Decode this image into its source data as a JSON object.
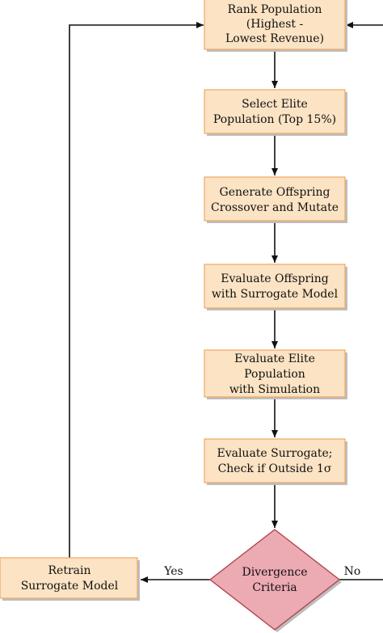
{
  "diagram": {
    "nodes": {
      "rank": [
        "Rank Population",
        "(Highest -",
        "Lowest Revenue)"
      ],
      "select": [
        "Select Elite",
        "Population (Top 15%)"
      ],
      "generate": [
        "Generate Offspring",
        "Crossover and Mutate"
      ],
      "eval_offspring": [
        "Evaluate Offspring",
        "with Surrogate Model"
      ],
      "eval_elite": [
        "Evaluate Elite",
        "Population",
        "with Simulation"
      ],
      "eval_surrogate": [
        "Evaluate Surrogate;",
        "Check if Outside 1σ"
      ],
      "divergence": [
        "Divergence",
        "Criteria"
      ],
      "retrain": [
        "Retrain",
        "Surrogate Model"
      ]
    },
    "edge_labels": {
      "yes": "Yes",
      "no": "No"
    },
    "colors": {
      "box_fill": "#fbe3c4",
      "box_border": "#f0a860",
      "diamond_fill": "#ecaab3",
      "diamond_border": "#b3454f"
    }
  }
}
